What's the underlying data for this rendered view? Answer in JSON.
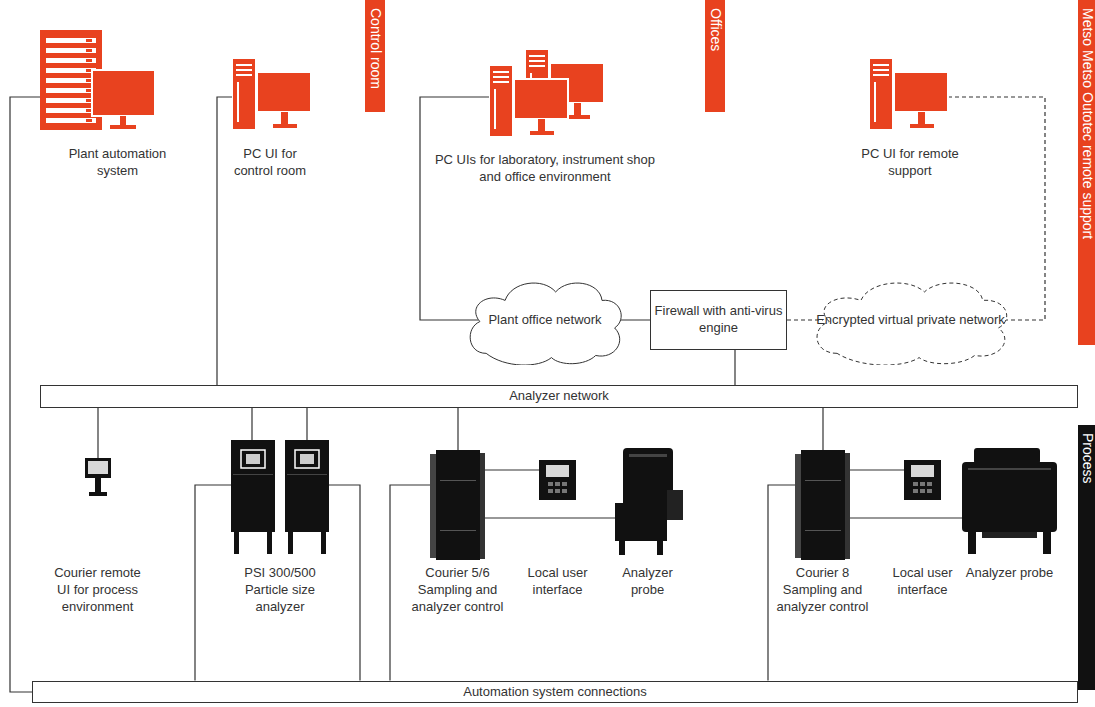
{
  "diagram": {
    "nodes": [
      {
        "text": [
          "Plant automation system"
        ]
      },
      {
        "text": [
          "PC UI for control room"
        ]
      },
      {
        "text": [
          "Control room"
        ]
      },
      {
        "text": [
          "PC UIs for laboratory, instrument shop and office environment"
        ]
      },
      {
        "text": [
          "Offices"
        ]
      },
      {
        "text": [
          "PC UI for remote support"
        ]
      },
      {
        "text": [
          "Metso Metso Outotec remote support"
        ]
      },
      {
        "text": [
          "Plant office network"
        ]
      },
      {
        "text": [
          "Firewall with anti-virus engine"
        ]
      },
      {
        "text": [
          "Encrypted virtual private network"
        ]
      },
      {
        "text": [
          "Analyzer network"
        ]
      },
      {
        "text": [
          "Courier remote UI for process environment"
        ]
      },
      {
        "text": [
          "PSI 300/500 Particle size analyzer"
        ]
      },
      {
        "text": [
          "Courier 5/6 Sampling and analyzer control"
        ]
      },
      {
        "text": [
          "Local user interface"
        ]
      },
      {
        "text": [
          "Analyzer probe"
        ]
      },
      {
        "text": [
          "Courier 8 Sampling and analyzer control"
        ]
      },
      {
        "text": [
          "Local user interface"
        ]
      },
      {
        "text": [
          "Analyzer probe"
        ]
      },
      {
        "text": [
          "Process"
        ]
      },
      {
        "text": [
          "Automation system connections"
        ]
      }
    ],
    "edges": [
      {
        "from": 0,
        "to": 20,
        "arrow": "none"
      },
      {
        "from": 1,
        "to": 10,
        "arrow": "none"
      },
      {
        "from": 3,
        "to": 7,
        "arrow": "none"
      },
      {
        "from": 7,
        "to": 8,
        "arrow": "none"
      },
      {
        "from": 8,
        "to": 9,
        "arrow": "none"
      },
      {
        "from": 9,
        "to": 5,
        "arrow": "none"
      },
      {
        "from": 8,
        "to": 10,
        "arrow": "none"
      },
      {
        "from": 10,
        "to": 11,
        "arrow": "none"
      },
      {
        "from": 10,
        "to": 12,
        "arrow": "none"
      },
      {
        "from": 10,
        "to": 12,
        "arrow": "none"
      },
      {
        "from": 10,
        "to": 13,
        "arrow": "none"
      },
      {
        "from": 10,
        "to": 16,
        "arrow": "none"
      },
      {
        "from": 13,
        "to": 14,
        "arrow": "none"
      },
      {
        "from": 13,
        "to": 15,
        "arrow": "none"
      },
      {
        "from": 16,
        "to": 17,
        "arrow": "none"
      },
      {
        "from": 16,
        "to": 18,
        "arrow": "none"
      },
      {
        "from": 12,
        "to": 20,
        "arrow": "none"
      },
      {
        "from": 12,
        "to": 20,
        "arrow": "none"
      },
      {
        "from": 13,
        "to": 20,
        "arrow": "none"
      },
      {
        "from": 16,
        "to": 20,
        "arrow": "none"
      }
    ]
  }
}
